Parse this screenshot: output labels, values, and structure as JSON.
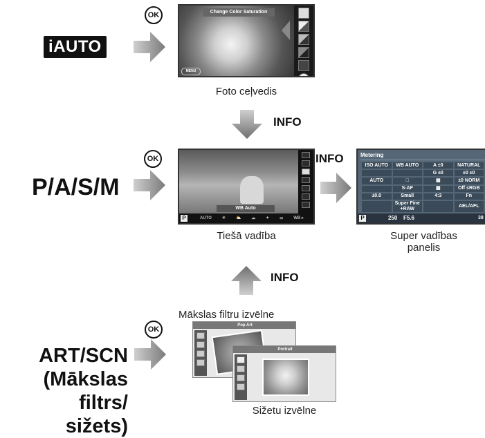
{
  "modes": {
    "iauto": "iAUTO",
    "pasm": "P/A/S/M",
    "art_line1": "ART/SCN",
    "art_line2": "(Mākslas filtrs/",
    "art_line3": "sižets)"
  },
  "ok_label": "OK",
  "info_label": "INFO",
  "screens": {
    "photo_guide": {
      "title": "Change Color Saturation",
      "caption": "Foto ceļvedis",
      "back_label": "MENU"
    },
    "live_control": {
      "caption": "Tiešā vadība",
      "wb_label": "WB Auto",
      "mode_badge": "P",
      "bottom_bar": [
        "AUTO",
        "☀",
        "⛅",
        "☁",
        "✦",
        "⚌",
        "WB ▸"
      ]
    },
    "super_panel": {
      "caption_line1": "Super vadības",
      "caption_line2": "panelis",
      "header": "Metering",
      "mode_badge": "P",
      "shutter": "250",
      "aperture": "F5.6",
      "shots": "38",
      "cells": [
        "ISO AUTO",
        "WB AUTO",
        "A ±0",
        "NATURAL",
        "",
        "",
        "G ±0",
        "±0  ±0",
        "AUTO",
        "□",
        "▦",
        "±0  NORM",
        "",
        "S-AF",
        "▦",
        "Off  sRGB",
        "±0.0",
        "Small",
        "4:3",
        "Fn",
        "",
        "Super Fine  +RAW",
        "",
        "AEL/AFL"
      ]
    },
    "art": {
      "caption": "Mākslas filtru izvēlne",
      "title": "Pop Art"
    },
    "scene": {
      "caption": "Sižetu izvēlne",
      "title": "Portrait"
    }
  },
  "colors": {
    "arrow": "#8a8a8a",
    "panel_bg": "#556677"
  }
}
